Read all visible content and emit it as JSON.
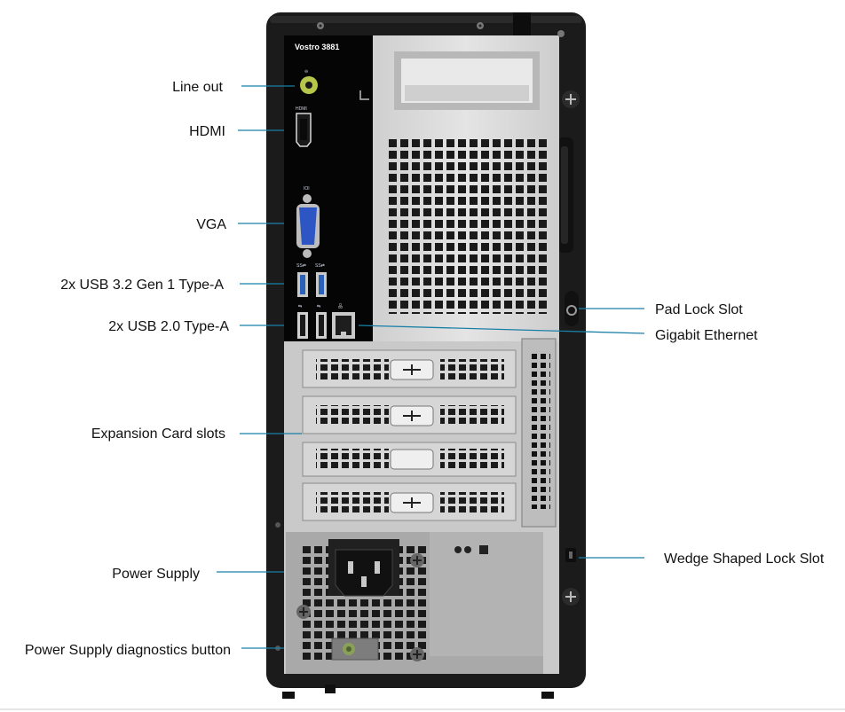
{
  "model_name": "Vostro 3881",
  "port_text": {
    "hdmi": "HDMI",
    "usb3a": "SS⇄",
    "usb3b": "SS⇄"
  },
  "labels": {
    "line_out": "Line out",
    "hdmi": "HDMI",
    "vga": "VGA",
    "usb3": "2x USB 3.2 Gen 1 Type-A",
    "usb2": "2x USB 2.0 Type-A",
    "expansion": "Expansion Card slots",
    "power_supply": "Power Supply",
    "psu_diag": "Power Supply diagnostics button",
    "pad_lock": "Pad Lock Slot",
    "ethernet": "Gigabit Ethernet",
    "wedge_lock": "Wedge Shaped Lock Slot"
  },
  "colors": {
    "leader": "#1a7fa6",
    "chassis": "#1b1b1b",
    "panel": "#d7d7d7",
    "io_panel": "#050505",
    "usb3_blue": "#2b62b8",
    "vga_blue": "#2d56c4",
    "line_out_green": "#b6c64a",
    "psu": "#a9a9a9"
  }
}
